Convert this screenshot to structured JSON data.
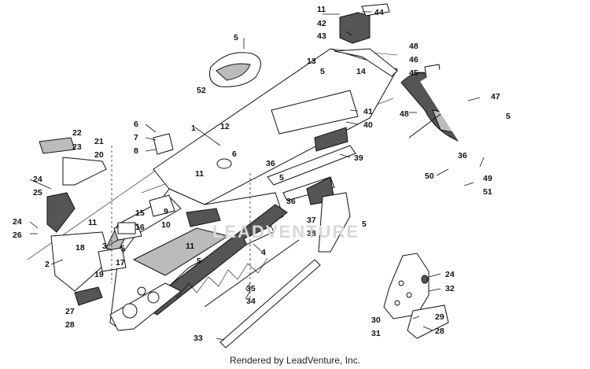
{
  "footer": {
    "credit": "Rendered by LeadVenture, Inc."
  },
  "watermark": {
    "text": "LEADVENTURE"
  },
  "callouts": [
    "1",
    "2",
    "3",
    "4",
    "5",
    "6",
    "7",
    "8",
    "9",
    "10",
    "11",
    "12",
    "13",
    "14",
    "15",
    "16",
    "17",
    "18",
    "19",
    "20",
    "21",
    "22",
    "23",
    "24",
    "25",
    "26",
    "27",
    "28",
    "29",
    "30",
    "31",
    "32",
    "33",
    "34",
    "35",
    "36",
    "37",
    "38",
    "39",
    "40",
    "41",
    "42",
    "43",
    "44",
    "45",
    "46",
    "47",
    "48",
    "49",
    "50",
    "51",
    "52"
  ]
}
